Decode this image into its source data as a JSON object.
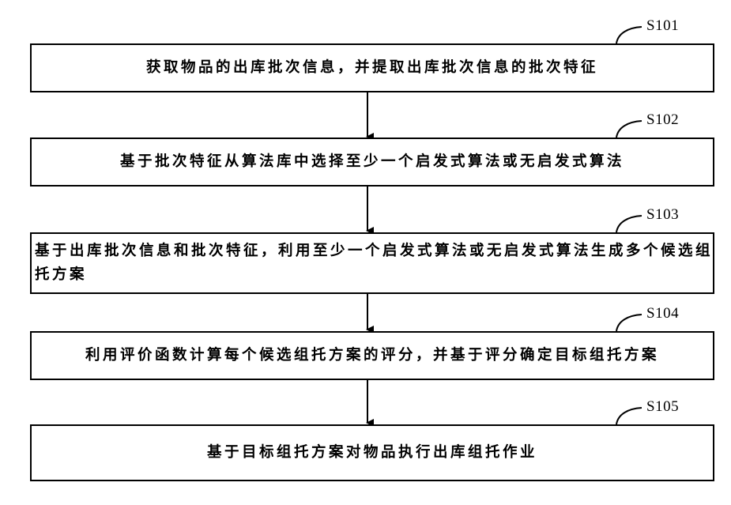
{
  "steps": [
    {
      "id": "S101",
      "text": "获取物品的出库批次信息，并提取出库批次信息的批次特征"
    },
    {
      "id": "S102",
      "text": "基于批次特征从算法库中选择至少一个启发式算法或无启发式算法"
    },
    {
      "id": "S103",
      "text": "基于出库批次信息和批次特征，利用至少一个启发式算法或无启发式算法生成多个候选组托方案"
    },
    {
      "id": "S104",
      "text": "利用评价函数计算每个候选组托方案的评分，并基于评分确定目标组托方案"
    },
    {
      "id": "S105",
      "text": "基于目标组托方案对物品执行出库组托作业"
    }
  ]
}
